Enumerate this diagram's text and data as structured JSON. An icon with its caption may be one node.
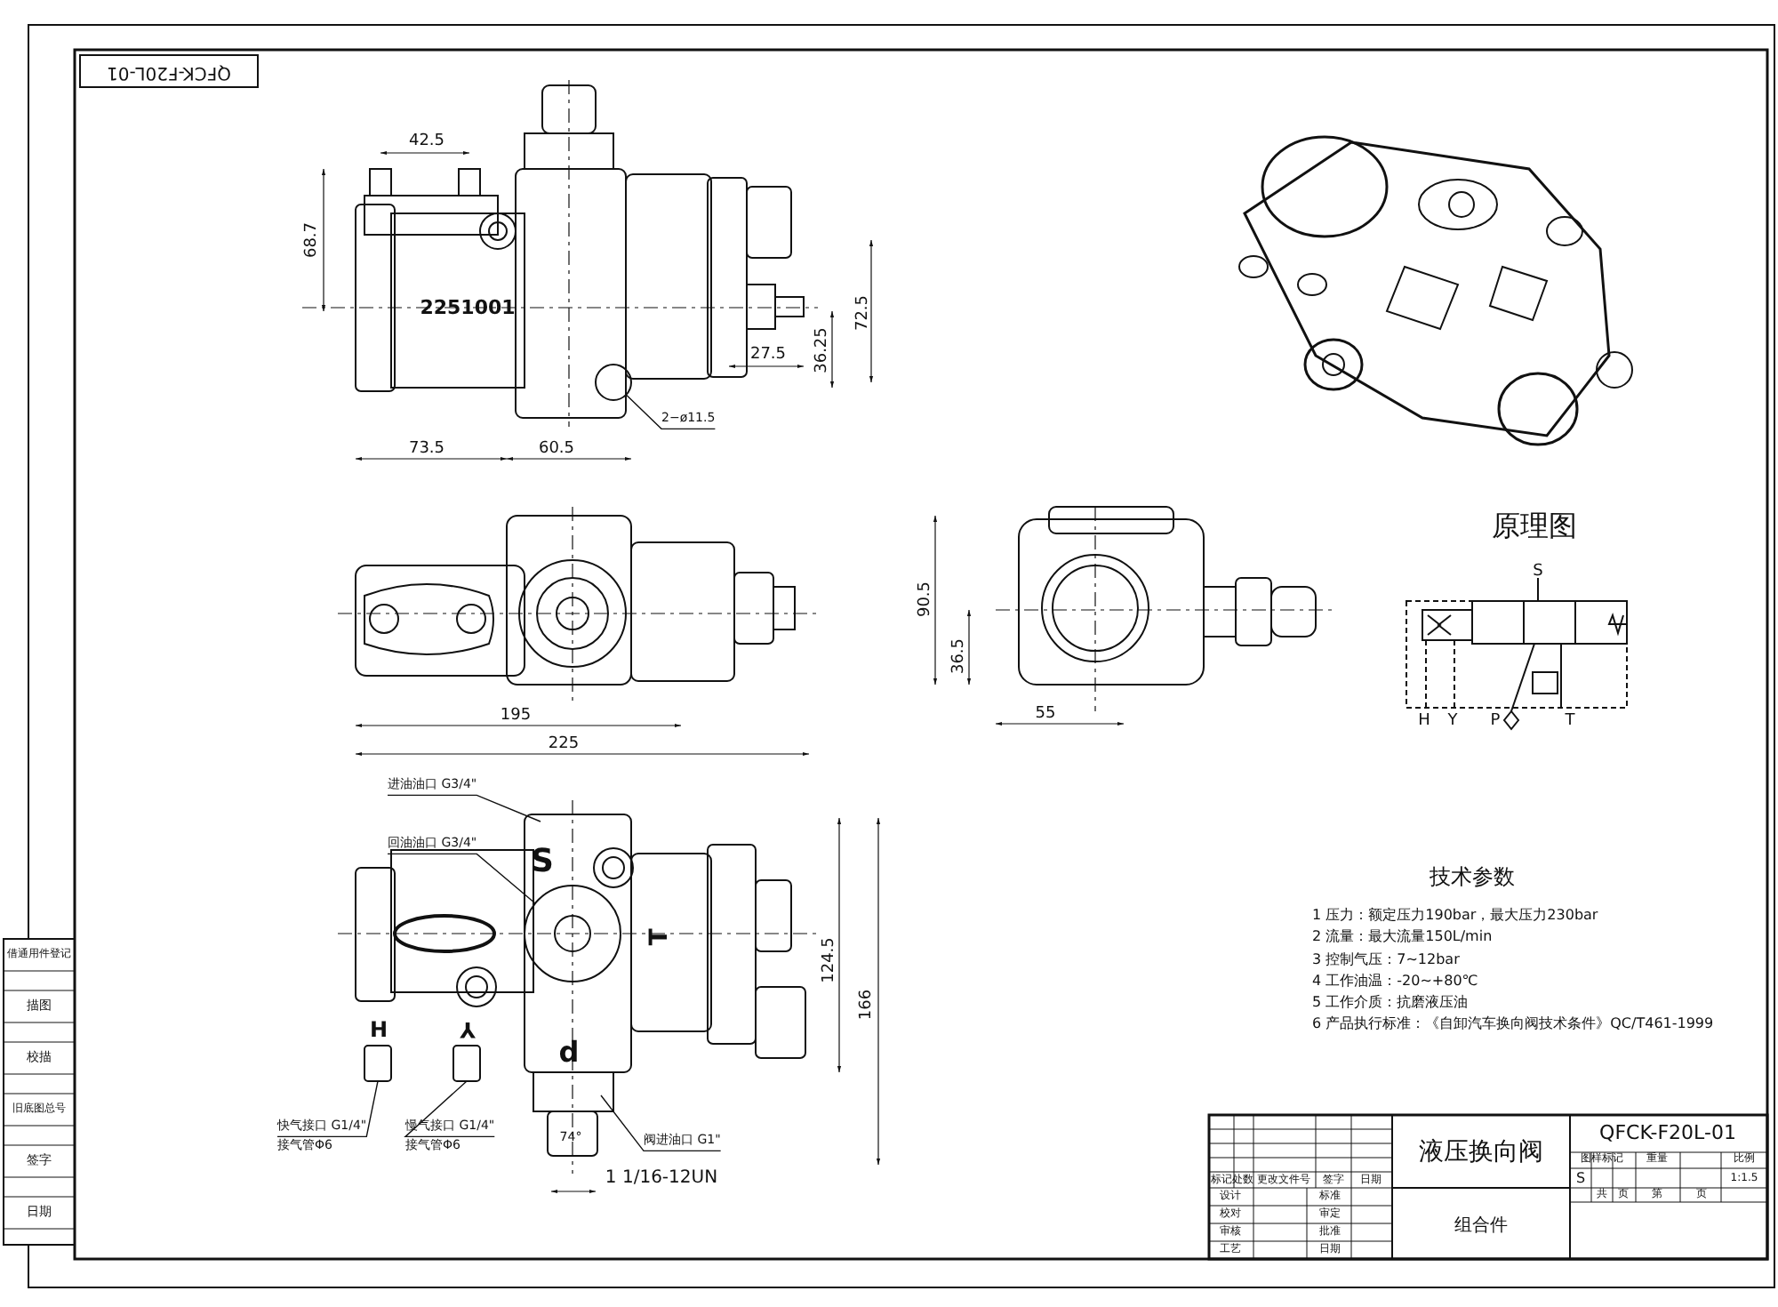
{
  "diagram": {
    "nodes": [
      {
        "text": [
          "进油油口 G3/4\""
        ]
      },
      {
        "text": [
          "回油油口 G3/4\""
        ]
      },
      {
        "text": [
          "快气接口 G1/4\"",
          "接气管Φ6"
        ]
      },
      {
        "text": [
          "慢气接口 G1/4\"",
          "接气管Φ6"
        ]
      },
      {
        "text": [
          "阀进油口 G1\""
        ]
      },
      {
        "text": [
          "2−ø11.5"
        ]
      },
      {
        "text": [],
        "shape": "box",
        "beside": [
          "H"
        ]
      },
      {
        "text": [],
        "shape": "box",
        "beside": [
          "Y"
        ]
      },
      {
        "text": [],
        "shape": "circle"
      }
    ],
    "edges": [
      {
        "from": 0,
        "to": null,
        "arrow": "none"
      },
      {
        "from": 1,
        "to": null,
        "arrow": "none"
      },
      {
        "from": 2,
        "to": 6,
        "arrow": "none"
      },
      {
        "from": 3,
        "to": 7,
        "arrow": "none"
      },
      {
        "from": 4,
        "to": null,
        "arrow": "none"
      },
      {
        "from": 5,
        "to": 8,
        "arrow": "none"
      }
    ],
    "labels": [
      "QFCK-F20L-01",
      "42.5",
      "68.7",
      "2251001",
      "72.5",
      "36.25",
      "27.5",
      "73.5",
      "60.5",
      "195",
      "225",
      "90.5",
      "36.5",
      "55",
      "原理图",
      "S",
      "H",
      "Y",
      "P",
      "T",
      "技术参数",
      "1 压力：额定压力190bar，最大压力230bar",
      "2 流量：最大流量150L/min",
      "3 控制气压：7~12bar",
      "4 工作油温：-20~+80℃",
      "5 工作介质：抗磨液压油",
      "6 产品执行标准：《自卸汽车换向阀技术条件》QC/T461-1999",
      "S",
      "T",
      "d",
      "74°",
      "1 1/16-12UN",
      "124.5",
      "166",
      "借通用件登记",
      "描图",
      "校描",
      "旧底图总号",
      "签字",
      "日期",
      "液压换向阀",
      "QFCK-F20L-01",
      "图样标记",
      "重量",
      "比例",
      "S",
      "1:1.5",
      "共",
      "页",
      "第",
      "页",
      "标记",
      "处数",
      "更改文件号",
      "签字",
      "日期",
      "设计",
      "标准",
      "校对",
      "审定",
      "审核",
      "批准",
      "工艺",
      "日期",
      "组合件"
    ]
  }
}
